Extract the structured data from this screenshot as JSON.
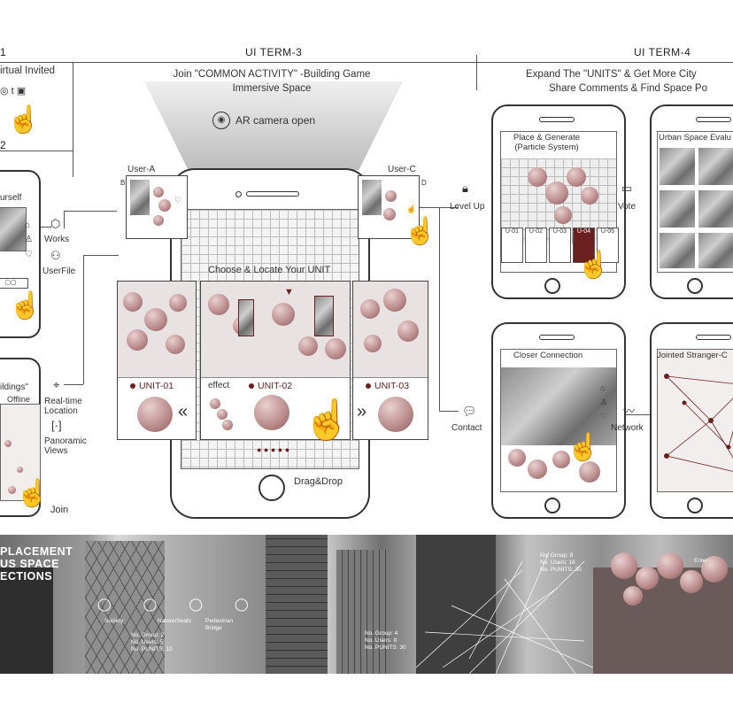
{
  "headers": {
    "left_num": "1",
    "left_num2": "2",
    "term3": "UI TERM-3",
    "term4": "UI TERM-4"
  },
  "term2_partial": {
    "invited": "irtual Invited",
    "yourself": "urself",
    "buildings": "ildings\"",
    "offline": "Offline",
    "works": "Works",
    "userfile": "UserFile",
    "realtime": "Real-time\nLocation",
    "panoramic": "Panoramic\nViews",
    "join": "Join"
  },
  "term3": {
    "subtitle_1": "Join  \"COMMON ACTIVITY\" -Building Game",
    "subtitle_2": "Immersive Space",
    "ar_camera": "AR camera open",
    "user_a": "User-A",
    "user_c": "User-C",
    "letter_b": "B",
    "letter_d": "D",
    "choose": "Choose & Locate Your UNIT",
    "unit1": "UNIT-01",
    "unit2": "UNIT-02",
    "unit3": "UNIT-03",
    "effect": "effect",
    "drag": "Drag&Drop"
  },
  "term4": {
    "subtitle_1": "Expand The  \"UNITS\"  & Get More City",
    "subtitle_2": "Share Comments & Find Space Po",
    "place_generate": "Place & Generate\n(Particle System)",
    "urban_eval": "Urban Space Evalu",
    "level_up": "Level Up",
    "vote": "Vote",
    "units": [
      "U-01",
      "U-02",
      "U-03",
      "U-04",
      "U-05"
    ],
    "closer": "Closer Connection",
    "jointed": "Jointed Stranger-C",
    "contact": "Contact",
    "network": "Network"
  },
  "strip": {
    "title_lines": [
      "PLACEMENT",
      "US SPACE",
      "ECTIONS"
    ],
    "tag1": "No. Group: 2\nNo. Users: 5\nNo. PUNITS: 10",
    "tag2": "No. Group: 4\nNo. Users: 8\nNo. PUNITS: 30",
    "tag3": "No. Group: 8\nNo. Users: 16\nNo. PUNITS: 30",
    "icon_labels": [
      "Society",
      "Nature/Seats",
      "Pedestrian\nBridge",
      "Enter"
    ]
  },
  "colors": {
    "accent": "#6b2020",
    "particle": "#b98a8a",
    "line": "#555555"
  }
}
